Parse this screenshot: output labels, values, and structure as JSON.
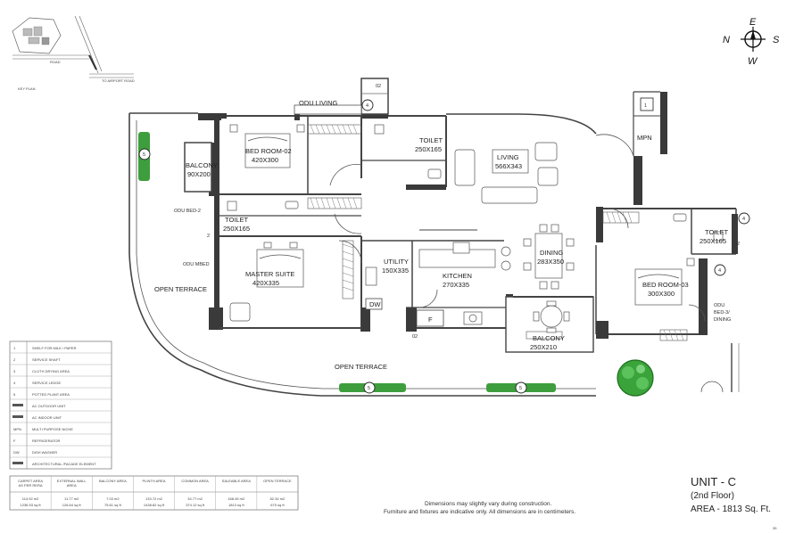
{
  "key_plan": {
    "label": "KEY PLAN",
    "road_left": "ROAD",
    "road_bottom": "TO AIRPORT ROAD"
  },
  "compass": {
    "n": "N",
    "e": "E",
    "s": "S",
    "w": "W"
  },
  "rooms": {
    "odu_living": "ODU LIVING",
    "bed2_name": "BED ROOM-02",
    "bed2_dim": "420X300",
    "toilet1_name": "TOILET",
    "toilet1_dim": "250X165",
    "living_name": "LIVING",
    "living_dim": "566X343",
    "balcony1_name": "BALCONY",
    "balcony1_dim": "90X200",
    "odu_bed2": "ODU BED-2",
    "toilet2_name": "TOILET",
    "toilet2_dim": "250X165",
    "master_name": "MASTER SUITE",
    "master_dim": "420X335",
    "odu_mbed": "ODU MBED",
    "open_terrace_1": "OPEN TERRACE",
    "utility_name": "UTILITY",
    "utility_dim": "150X335",
    "kitchen_name": "KITCHEN",
    "kitchen_dim": "270X335",
    "dining_name": "DINING",
    "dining_dim": "283X350",
    "toilet3_name": "TOILET",
    "toilet3_dim": "250X165",
    "bed3_name": "BED ROOM-03",
    "bed3_dim": "300X300",
    "odu_bed3_a": "ODU",
    "odu_bed3_b": "BED-3/",
    "odu_bed3_c": "DINING",
    "balcony2_name": "BALCONY",
    "balcony2_dim": "250X210",
    "open_terrace_2": "OPEN TERRACE",
    "mpn": "MPN",
    "dw": "DW",
    "fridge": "F"
  },
  "markers": {
    "m1": "1",
    "m2a": "2",
    "m2b": "02",
    "m2c": "02",
    "m2d": "02",
    "m2e": "2",
    "m4a": "4",
    "m4b": "4",
    "m4c": "4",
    "m5a": "5",
    "m5b": "5",
    "m5c": "5"
  },
  "legend": [
    {
      "sym": "1",
      "text": "SHELF FOR MILK / PAPER"
    },
    {
      "sym": "2",
      "text": "SERVICE SHAFT"
    },
    {
      "sym": "3",
      "text": "CLOTH DRYING AREA"
    },
    {
      "sym": "4",
      "text": "SERVICE LEDGE"
    },
    {
      "sym": "5",
      "text": "POTTED PLANT AREA"
    },
    {
      "sym": "",
      "text": "AC OUTDOOR UNIT"
    },
    {
      "sym": "",
      "text": "AC INDOOR UNIT"
    },
    {
      "sym": "MPN",
      "text": "MULTI PURPOSE NICHE"
    },
    {
      "sym": "F",
      "text": "REFRIGERATOR"
    },
    {
      "sym": "DW",
      "text": "DISH WASHER"
    },
    {
      "sym": "",
      "text": "ARCHITECTURAL /FACADE ELEMENT"
    }
  ],
  "area_table": {
    "headers": [
      "CARPET AREA AS PER RERA",
      "EXTERNAL WALL AREA",
      "BALCONY AREA",
      "PLINTH AREA",
      "COMMON AREA",
      "SALEABLE AREA",
      "OPEN TERRACE"
    ],
    "row1": [
      "114.92 m2",
      "11.77 m2",
      "7.03 m2",
      "133.72 m2",
      "34.77 m2",
      "168.45 m2",
      "62.34 m2"
    ],
    "row2": [
      "1236.53 sq ft",
      "126.64 sq ft",
      "75.61 sq ft",
      "1438.82 sq ft",
      "374.12 sq ft",
      "1813 sq ft",
      "670 sq ft"
    ]
  },
  "footer": {
    "note1": "Dimensions may slightly vary during construction.",
    "note2": "Furniture and fixtures are indicative only. All dimensions are in centimeters.",
    "unit": "UNIT - C",
    "floor": "(2nd Floor)",
    "area": "AREA - 1813 Sq. Ft.",
    "page": "35"
  }
}
